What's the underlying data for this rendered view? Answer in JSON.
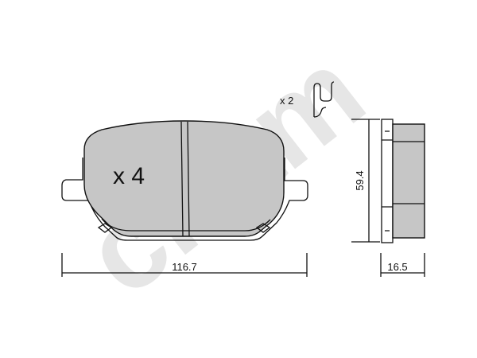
{
  "watermark": "cifam",
  "pad_quantity": "x 4",
  "clip_quantity": "x 2",
  "dimensions": {
    "width": "116.7",
    "height": "59.4",
    "thickness": "16.5"
  }
}
